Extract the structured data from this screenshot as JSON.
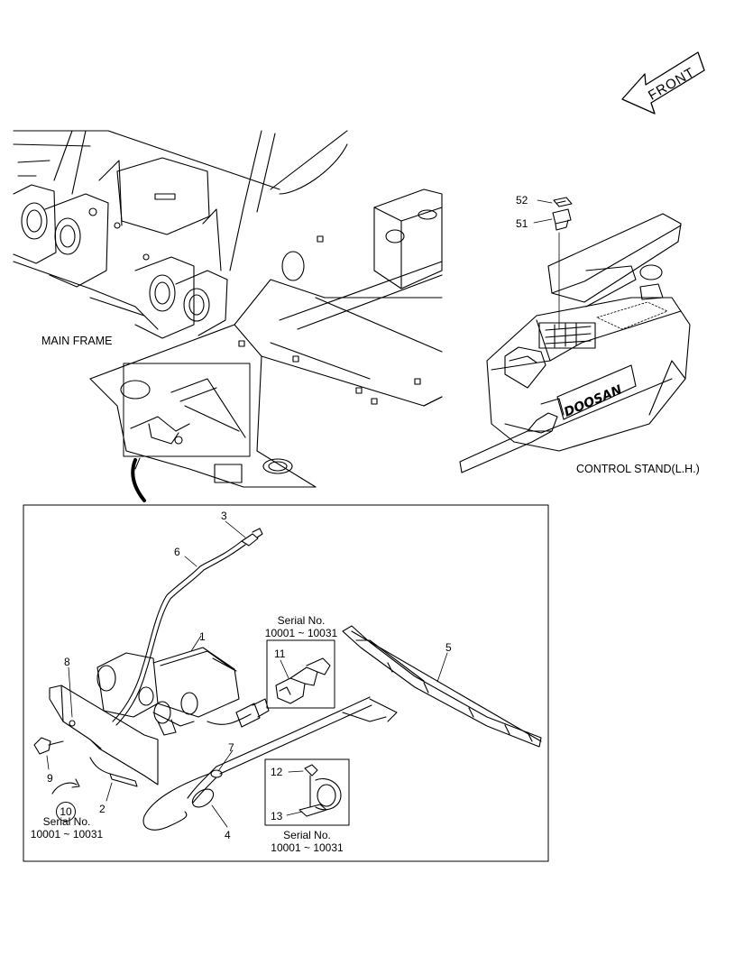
{
  "direction": {
    "label": "FRONT"
  },
  "captions": {
    "main_frame": "MAIN FRAME",
    "control_stand": "CONTROL STAND(L.H.)",
    "brand": "DOOSAN"
  },
  "serial_notes": {
    "title": "Serial No.",
    "range": "10001 ~ 10031"
  },
  "parts": {
    "p1": "1",
    "p2": "2",
    "p3": "3",
    "p4": "4",
    "p5": "5",
    "p6": "6",
    "p7": "7",
    "p8": "8",
    "p9": "9",
    "p10": "10",
    "p11": "11",
    "p12": "12",
    "p13": "13",
    "p51": "51",
    "p52": "52"
  },
  "colors": {
    "line": "#000000",
    "background": "#ffffff"
  }
}
